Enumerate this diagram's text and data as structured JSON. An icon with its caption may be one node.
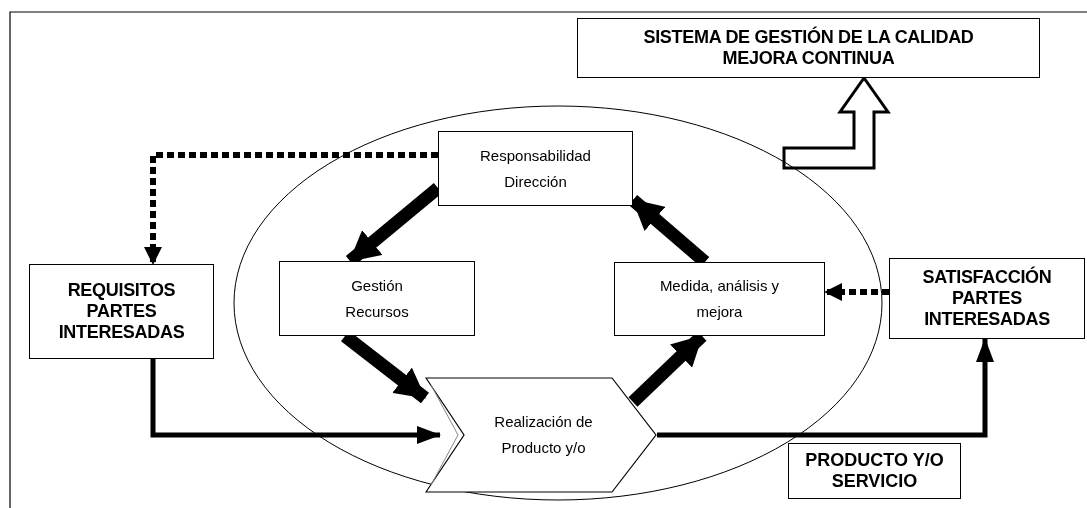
{
  "diagram": {
    "nodes": [
      {
        "text": [],
        "shape": "ellipse"
      },
      {
        "text": [
          "SISTEMA DE GESTIÓN DE LA CALIDAD MEJORA CONTINUA"
        ]
      },
      {
        "text": [
          "Responsabilidad Dirección"
        ],
        "in": 0
      },
      {
        "text": [
          "Gestión Recursos"
        ],
        "in": 0
      },
      {
        "text": [
          "Medida, análisis y mejora"
        ],
        "in": 0
      },
      {
        "text": [
          "Realización de Producto y/o"
        ],
        "in": 0
      },
      {
        "text": [
          "REQUISITOS PARTES INTERESADAS"
        ]
      },
      {
        "text": [
          "SATISFACCIÓN PARTES INTERESADAS"
        ]
      }
    ],
    "edges": [
      {
        "from": 0,
        "to": 1,
        "arrow": "to",
        "color": "#ffffff"
      },
      {
        "from": 2,
        "to": 6,
        "arrow": "to",
        "style": "dashed"
      },
      {
        "from": 2,
        "to": 3,
        "arrow": "to",
        "style": "thick"
      },
      {
        "from": 3,
        "to": 5,
        "arrow": "to",
        "style": "thick"
      },
      {
        "from": 5,
        "to": 4,
        "arrow": "to",
        "style": "thick"
      },
      {
        "from": 4,
        "to": 2,
        "arrow": "to",
        "style": "thick"
      },
      {
        "from": 7,
        "to": 4,
        "arrow": "to",
        "style": "dashed"
      },
      {
        "from": 6,
        "to": 5,
        "arrow": "to"
      },
      {
        "from": 5,
        "to": 7,
        "arrow": "to",
        "label": "PRODUCTO Y/O SERVICIO"
      }
    ]
  }
}
